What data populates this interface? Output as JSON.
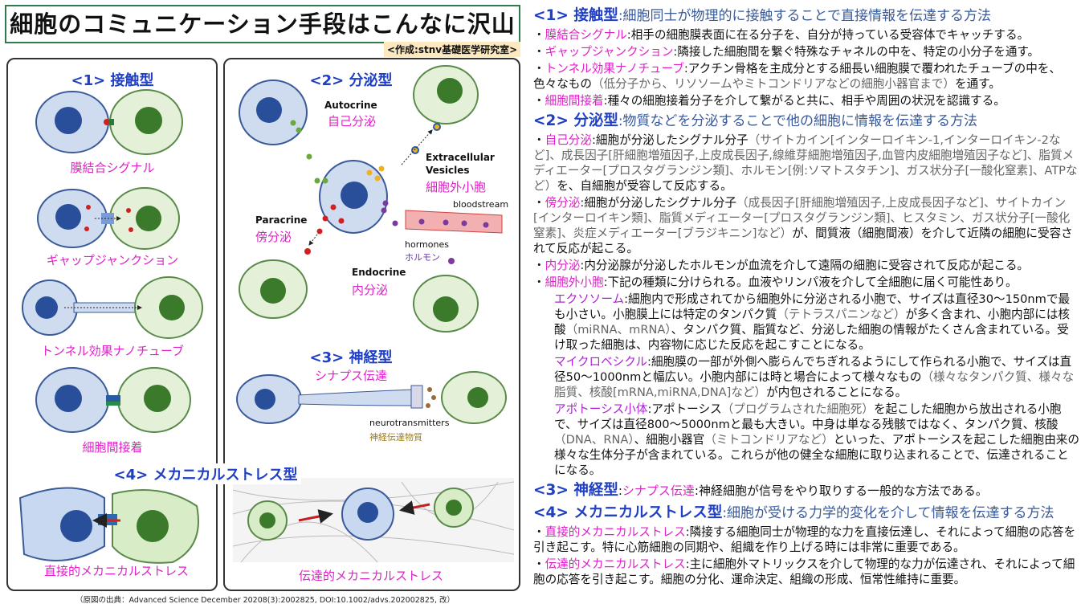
{
  "title": "細胞のコミュニケーション手段はこんなに沢山",
  "credit": "<作成:stnv基礎医学研究室>",
  "source": "（原図の出典：Advanced Science December 20208(3):2002825, DOI:10.1002/advs.202002825, 改）",
  "colors": {
    "heading": "#1f3fc4",
    "description": "#3a5a9a",
    "label": "#e020c8",
    "frame": "#2e7d4a"
  },
  "diagram": {
    "contact_heading": "<1> 接触型",
    "contact_labels": [
      "膜結合シグナル",
      "ギャップジャンクション",
      "トンネル効果ナノチューブ",
      "細胞間接着"
    ],
    "secretion_heading": "<2> 分泌型",
    "autocrine_en": "Autocrine",
    "autocrine_ja": "自己分泌",
    "ev_en1": "Extracellular",
    "ev_en2": "Vesicles",
    "ev_ja": "細胞外小胞",
    "bloodstream": "bloodstream",
    "paracrine_en": "Paracrine",
    "paracrine_ja": "傍分泌",
    "hormones_en": "hormones",
    "hormones_ja": "ホルモン",
    "endocrine_en": "Endocrine",
    "endocrine_ja": "内分泌",
    "neural_heading": "<3> 神経型",
    "synapse_ja": "シナプス伝達",
    "nt_en": "neurotransmitters",
    "nt_ja": "神経伝達物質",
    "mech_heading": "<4> メカニカルストレス型",
    "mech_direct": "直接的メカニカルストレス",
    "mech_transmit": "伝達的メカニカルストレス"
  },
  "sections": [
    {
      "head": "<1> 接触型",
      "desc": ":細胞同士が物理的に接触することで直接情報を伝達する方法",
      "items": [
        [
          [
            "m",
            "膜結合シグナル"
          ],
          [
            "k",
            ":相手の細胞膜表面に在る分子を、自分が持っている受容体でキャッチする。"
          ]
        ],
        [
          [
            "m",
            "ギャップジャンクション"
          ],
          [
            "k",
            ":隣接した細胞間を繋ぐ特殊なチャネルの中を、特定の小分子を通す。"
          ]
        ],
        [
          [
            "m",
            "トンネル効果ナノチューブ"
          ],
          [
            "k",
            ":アクチン骨格を主成分とする細長い細胞膜で覆われたチューブの中を、色々なもの"
          ],
          [
            "g",
            "（低分子から、リソソームやミトコンドリアなどの細胞小器官まで）"
          ],
          [
            "k",
            "を通す。"
          ]
        ],
        [
          [
            "m",
            "細胞間接着"
          ],
          [
            "k",
            ":種々の細胞接着分子を介して繋がると共に、相手や周囲の状況を認識する。"
          ]
        ]
      ]
    },
    {
      "head": "<2> 分泌型",
      "desc": ":物質などを分泌することで他の細胞に情報を伝達する方法",
      "items": [
        [
          [
            "m",
            "自己分泌"
          ],
          [
            "k",
            ":細胞が分泌したシグナル分子"
          ],
          [
            "g",
            "（サイトカイン[インターロイキン-1,インターロイキン-2など]、成長因子[肝細胞増殖因子,上皮成長因子,線維芽細胞増殖因子,血管内皮細胞増殖因子など]、脂質メディエーター[プロスタグランジン類]、ホルモン[例:ソマトスタチン]、ガス状分子[一酸化窒素]、ATPなど）"
          ],
          [
            "k",
            "を、自細胞が受容して反応する。"
          ]
        ],
        [
          [
            "m",
            "傍分泌"
          ],
          [
            "k",
            ":細胞が分泌したシグナル分子"
          ],
          [
            "g",
            "（成長因子[肝細胞増殖因子,上皮成長因子など]、サイトカイン[インターロイキン類]、脂質メディエーター[プロスタグランジン類]、ヒスタミン、ガス状分子[一酸化窒素]、炎症メディエーター[ブラジキニン]など）"
          ],
          [
            "k",
            "が、間質液（細胞間液）を介して近隣の細胞に受容されて反応が起こる。"
          ]
        ],
        [
          [
            "m",
            "内分泌"
          ],
          [
            "k",
            ":内分泌腺が分泌したホルモンが血流を介して遠隔の細胞に受容されて反応が起こる。"
          ]
        ],
        [
          [
            "m",
            "細胞外小胞"
          ],
          [
            "k",
            ":下記の種類に分けられる。血液やリンパ液を介して全細胞に届く可能性あり。"
          ]
        ]
      ],
      "subitems": [
        [
          [
            "p",
            "エクソソーム"
          ],
          [
            "k",
            ":細胞内で形成されてから細胞外に分泌される小胞で、サイズは直径30～150nmで最も小さい。小胞膜上には特定のタンパク質"
          ],
          [
            "g",
            "（テトラスパニンなど）"
          ],
          [
            "k",
            "が多く含まれ、小胞内部には核酸"
          ],
          [
            "g",
            "（miRNA、mRNA）"
          ],
          [
            "k",
            "、タンパク質、脂質など、分泌した細胞の情報がたくさん含まれている。受け取った細胞は、内容物に応じた反応を起こすことになる。"
          ]
        ],
        [
          [
            "p",
            "マイクロベシクル"
          ],
          [
            "k",
            ":細胞膜の一部が外側へ膨らんでちぎれるようにして作られる小胞で、サイズは直径50～1000nmと幅広い。小胞内部には時と場合によって様々なもの"
          ],
          [
            "g",
            "（様々なタンパク質、様々な脂質、核酸[mRNA,miRNA,DNA]など）"
          ],
          [
            "k",
            "が内包されることになる。"
          ]
        ],
        [
          [
            "p",
            "アポトーシス小体"
          ],
          [
            "k",
            ":アポトーシス"
          ],
          [
            "g",
            "（プログラムされた細胞死）"
          ],
          [
            "k",
            "を起こした細胞から放出される小胞で、サイズは直径800～5000nmと最も大きい。中身は単なる残骸ではなく、タンパク質、核酸"
          ],
          [
            "g",
            "（DNA、RNA）"
          ],
          [
            "k",
            "、細胞小器官"
          ],
          [
            "g",
            "（ミトコンドリアなど）"
          ],
          [
            "k",
            "といった、アポトーシスを起こした細胞由来の様々な生体分子が含まれている。これらが他の健全な細胞に取り込まれることで、伝達されることになる。"
          ]
        ]
      ]
    },
    {
      "head": "<3> 神経型",
      "desc": "",
      "inline": [
        [
          "k",
          ":"
        ],
        [
          "m",
          "シナプス伝達"
        ],
        [
          "k",
          ":神経細胞が信号をやり取りする一般的な方法である。"
        ]
      ],
      "items": []
    },
    {
      "head": "<4> メカニカルストレス型",
      "desc": ":細胞が受ける力学的変化を介して情報を伝達する方法",
      "items": [
        [
          [
            "m",
            "直接的メカニカルストレス"
          ],
          [
            "k",
            ":隣接する細胞同士が物理的な力を直接伝達し、それによって細胞の応答を引き起こす。特に心筋細胞の同期や、組織を作り上げる時には非常に重要である。"
          ]
        ],
        [
          [
            "m",
            "伝達的メカニカルストレス"
          ],
          [
            "k",
            ":主に細胞外マトリックスを介して物理的な力が伝達され、それによって細胞の応答を引き起こす。細胞の分化、運命決定、組織の形成、恒常性維持に重要。"
          ]
        ]
      ]
    }
  ]
}
